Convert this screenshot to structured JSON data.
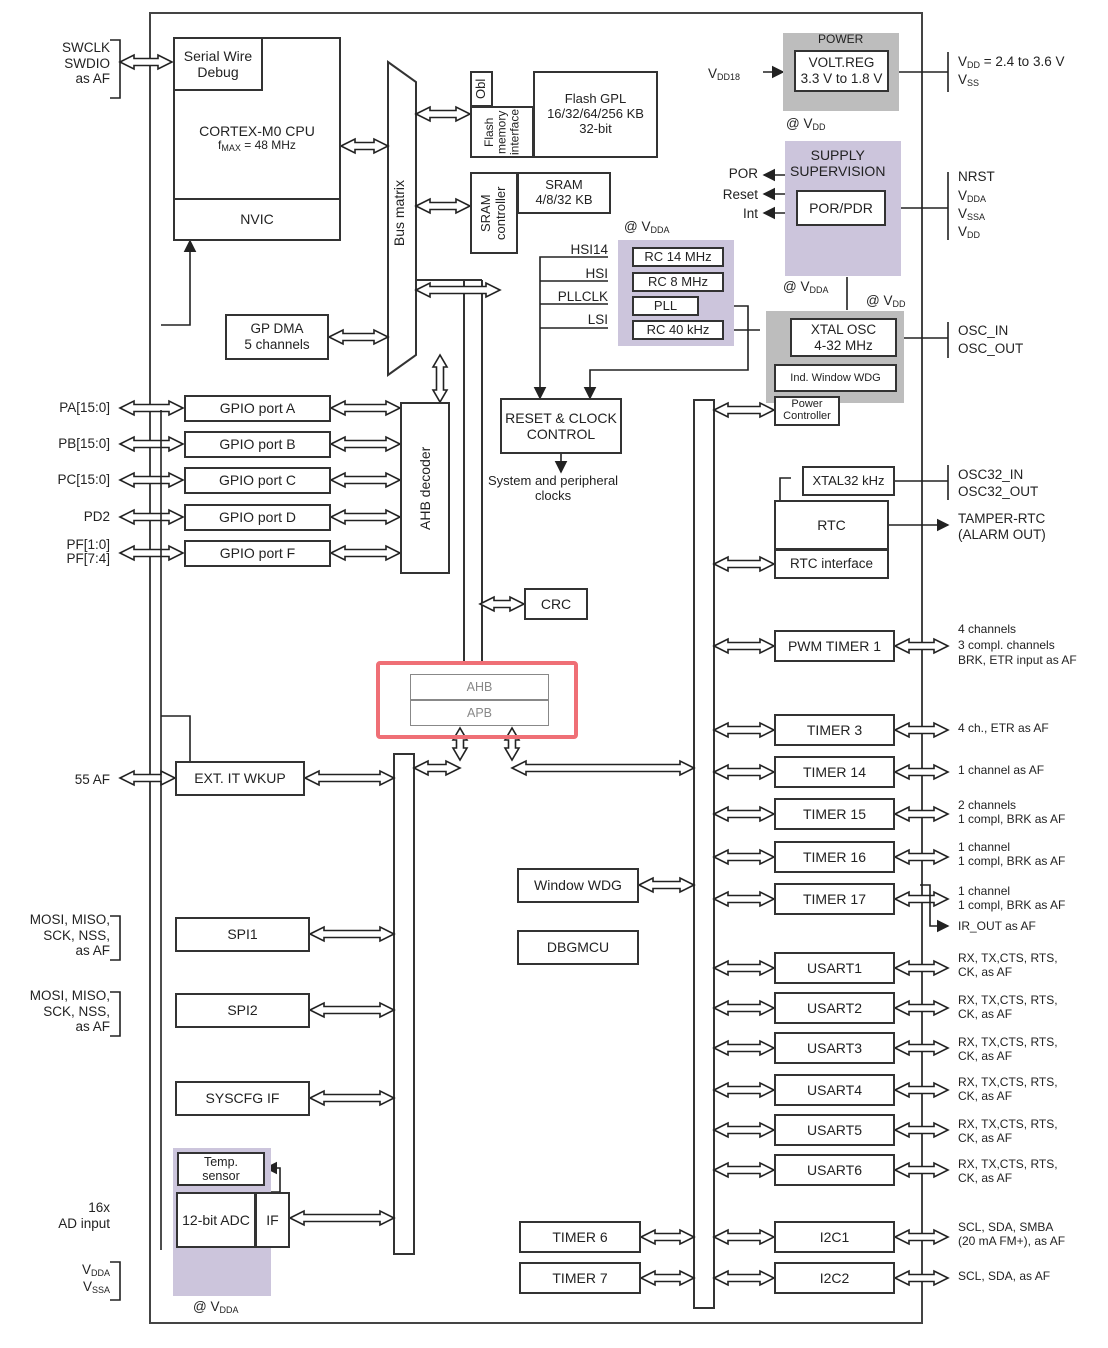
{
  "blocks": {
    "swd": "Serial Wire\nDebug",
    "cpu_line1": "CORTEX-M0 CPU",
    "cpu_fmax": "f",
    "cpu_fmax_sub": "MAX",
    "cpu_fmax_val": " = 48 MHz",
    "nvic": "NVIC",
    "bus_matrix": "Bus matrix",
    "obl": "Obl",
    "flash_if": "Flash\nmemory\ninterface",
    "flash": "Flash GPL\n16/32/64/256 KB\n32-bit",
    "sram_ctrl": "SRAM\ncontroller",
    "sram": "SRAM\n4/8/32 KB",
    "gp_dma": "GP DMA\n5 channels",
    "gpio_a": "GPIO port A",
    "gpio_b": "GPIO port B",
    "gpio_c": "GPIO port C",
    "gpio_d": "GPIO port D",
    "gpio_f": "GPIO port F",
    "ahb_decoder": "AHB decoder",
    "reset_clock": "RESET & CLOCK\nCONTROL",
    "sys_clocks": "System and peripheral\nclocks",
    "crc": "CRC",
    "ahb": "AHB",
    "apb": "APB",
    "ext_it": "EXT. IT  WKUP",
    "spi1": "SPI1",
    "spi2": "SPI2",
    "syscfg": "SYSCFG IF",
    "temp": "Temp.\nsensor",
    "adc": "12-bit ADC",
    "adc_if": "IF",
    "window_wdg": "Window WDG",
    "dbgmcu": "DBGMCU",
    "timer6": "TIMER 6",
    "timer7": "TIMER 7",
    "power": "POWER",
    "voltreg": "VOLT.REG\n3.3 V to 1.8 V",
    "supply_sup": "SUPPLY\nSUPERVISION",
    "por_pdr": "POR/PDR",
    "rc14": "RC 14 MHz",
    "rc8": "RC 8 MHz",
    "pll": "PLL",
    "rc40": "RC 40 kHz",
    "xtal_osc": "XTAL OSC\n4-32 MHz",
    "ind_wdg": "Ind. Window WDG",
    "power_ctrl": "Power\nController",
    "xtal32": "XTAL32 kHz",
    "rtc": "RTC",
    "rtc_if": "RTC interface",
    "pwm_timer1": "PWM TIMER 1",
    "timer3": "TIMER 3",
    "timer14": "TIMER 14",
    "timer15": "TIMER 15",
    "timer16": "TIMER 16",
    "timer17": "TIMER 17",
    "usart1": "USART1",
    "usart2": "USART2",
    "usart3": "USART3",
    "usart4": "USART4",
    "usart5": "USART5",
    "usart6": "USART6",
    "i2c1": "I2C1",
    "i2c2": "I2C2"
  },
  "left_labels": {
    "swd_pins": "SWCLK\nSWDIO\nas AF",
    "pa": "PA[15:0]",
    "pb": "PB[15:0]",
    "pc": "PC[15:0]",
    "pd": "PD2",
    "pf": "PF[1:0]\nPF[7:4]",
    "af55": "55 AF",
    "spi1_pins": "MOSI, MISO,\nSCK, NSS,\nas AF",
    "spi2_pins": "MOSI, MISO,\nSCK, NSS,\nas AF",
    "ad_input": "16x\nAD input",
    "vdda_vssa_v1": "V",
    "vdda_sub": "DDA",
    "vssa_v": "V",
    "vssa_sub": "SSA"
  },
  "right_labels": {
    "vdd_range": "= 2.4 to 3.6 V",
    "v": "V",
    "dd": "DD",
    "ss": "SS",
    "nrst": "NRST",
    "dda": "DDA",
    "ssa": "SSA",
    "osc_in": "OSC_IN",
    "osc_out": "OSC_OUT",
    "osc32_in": "OSC32_IN",
    "osc32_out": "OSC32_OUT",
    "tamper": "TAMPER-RTC\n(ALARM OUT)",
    "tim1_pins": "4 channels\n3 compl. channels\nBRK, ETR input as AF",
    "tim3_pins": "4 ch., ETR as AF",
    "tim14_pins": "1 channel as AF",
    "tim15_pins": "2 channels\n1 compl, BRK as AF",
    "tim16_pins": "1 channel\n1 compl, BRK as AF",
    "tim17_pins": "1 channel\n1 compl, BRK as AF",
    "ir_out": "IR_OUT as AF",
    "usart_pins": "RX, TX,CTS, RTS,\nCK, as AF",
    "i2c1_pins": "SCL, SDA, SMBA\n(20 mA FM+), as AF",
    "i2c2_pins": "SCL, SDA, as AF"
  },
  "inner_labels": {
    "vdd18": "V",
    "vdd18_sub": "DD18",
    "at_vdd": "@ V",
    "dd_sub": "DD",
    "dda_sub": "DDA",
    "por": "POR",
    "reset": "Reset",
    "int": "Int",
    "hsi14": "HSI14",
    "hsi": "HSI",
    "pllclk": "PLLCLK",
    "lsi": "LSI"
  },
  "colors": {
    "purple_shade": "#ccc5dc",
    "grey_shade": "#bdbdbd",
    "highlight": "#ef6f76"
  }
}
